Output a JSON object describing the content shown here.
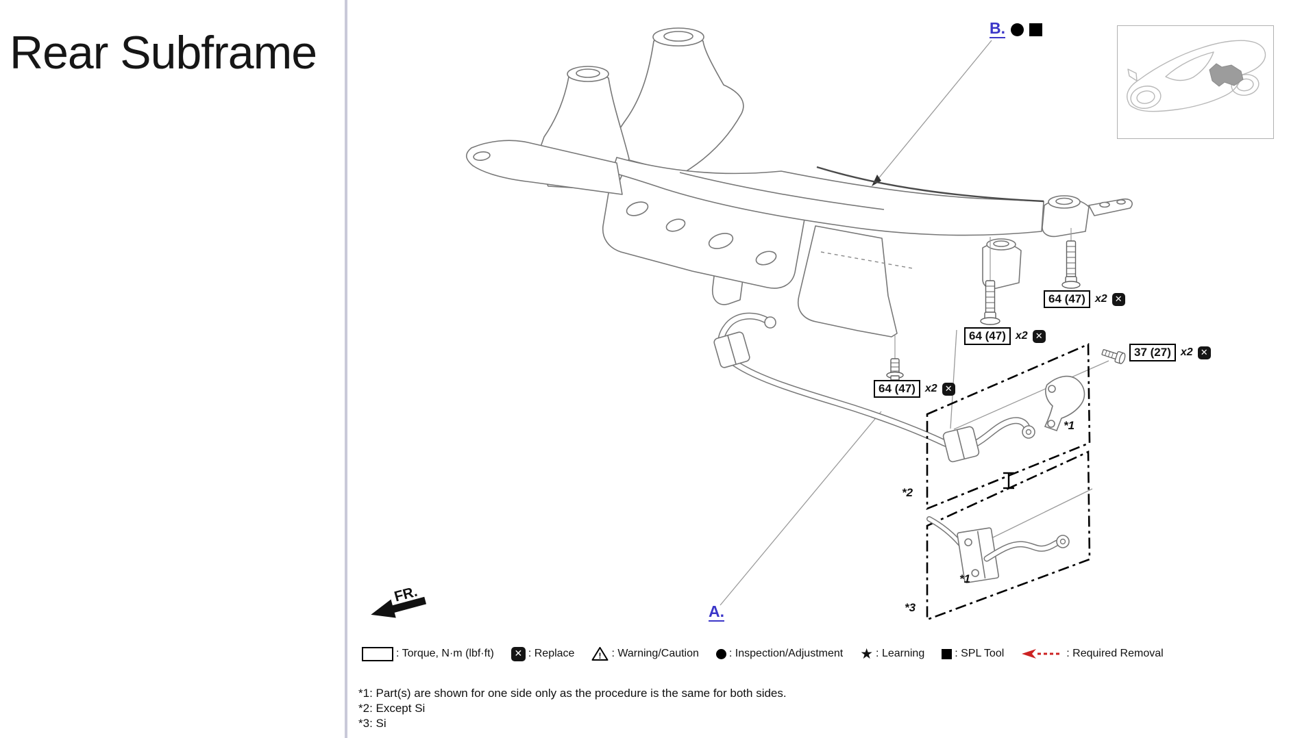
{
  "page": {
    "title": "Rear Subframe"
  },
  "diagram": {
    "links": {
      "b": "B.",
      "a": "A."
    },
    "fr_label": "FR.",
    "callouts": [
      {
        "torque": "64 (47)",
        "qty": "x2"
      },
      {
        "torque": "64 (47)",
        "qty": "x2"
      },
      {
        "torque": "64 (47)",
        "qty": "x2"
      },
      {
        "torque": "37 (27)",
        "qty": "x2"
      }
    ],
    "part_refs": [
      {
        "text": "*1"
      },
      {
        "text": "*2"
      },
      {
        "text": "*1"
      },
      {
        "text": "*3"
      }
    ]
  },
  "icons": {
    "replace_glyph": "✕",
    "learning_glyph": "★",
    "warning_glyph": "!"
  },
  "legend": {
    "items": [
      {
        "icon": "torque-box",
        "label": ": Torque, N·m (lbf·ft)"
      },
      {
        "icon": "replace",
        "label": ": Replace"
      },
      {
        "icon": "warning-caution",
        "label": ": Warning/Caution"
      },
      {
        "icon": "inspection-adjustment",
        "label": ": Inspection/Adjustment"
      },
      {
        "icon": "learning",
        "label": ": Learning"
      },
      {
        "icon": "spl-tool",
        "label": ": SPL Tool"
      },
      {
        "icon": "required-removal",
        "label": ": Required Removal"
      }
    ]
  },
  "footnotes": [
    "*1: Part(s) are shown for one side only as the procedure is the same for both sides.",
    "*2: Except Si",
    "*3: Si"
  ],
  "colors": {
    "link": "#3b36c8",
    "removal_arrow": "#cc2222",
    "drawing_line": "#777777"
  }
}
